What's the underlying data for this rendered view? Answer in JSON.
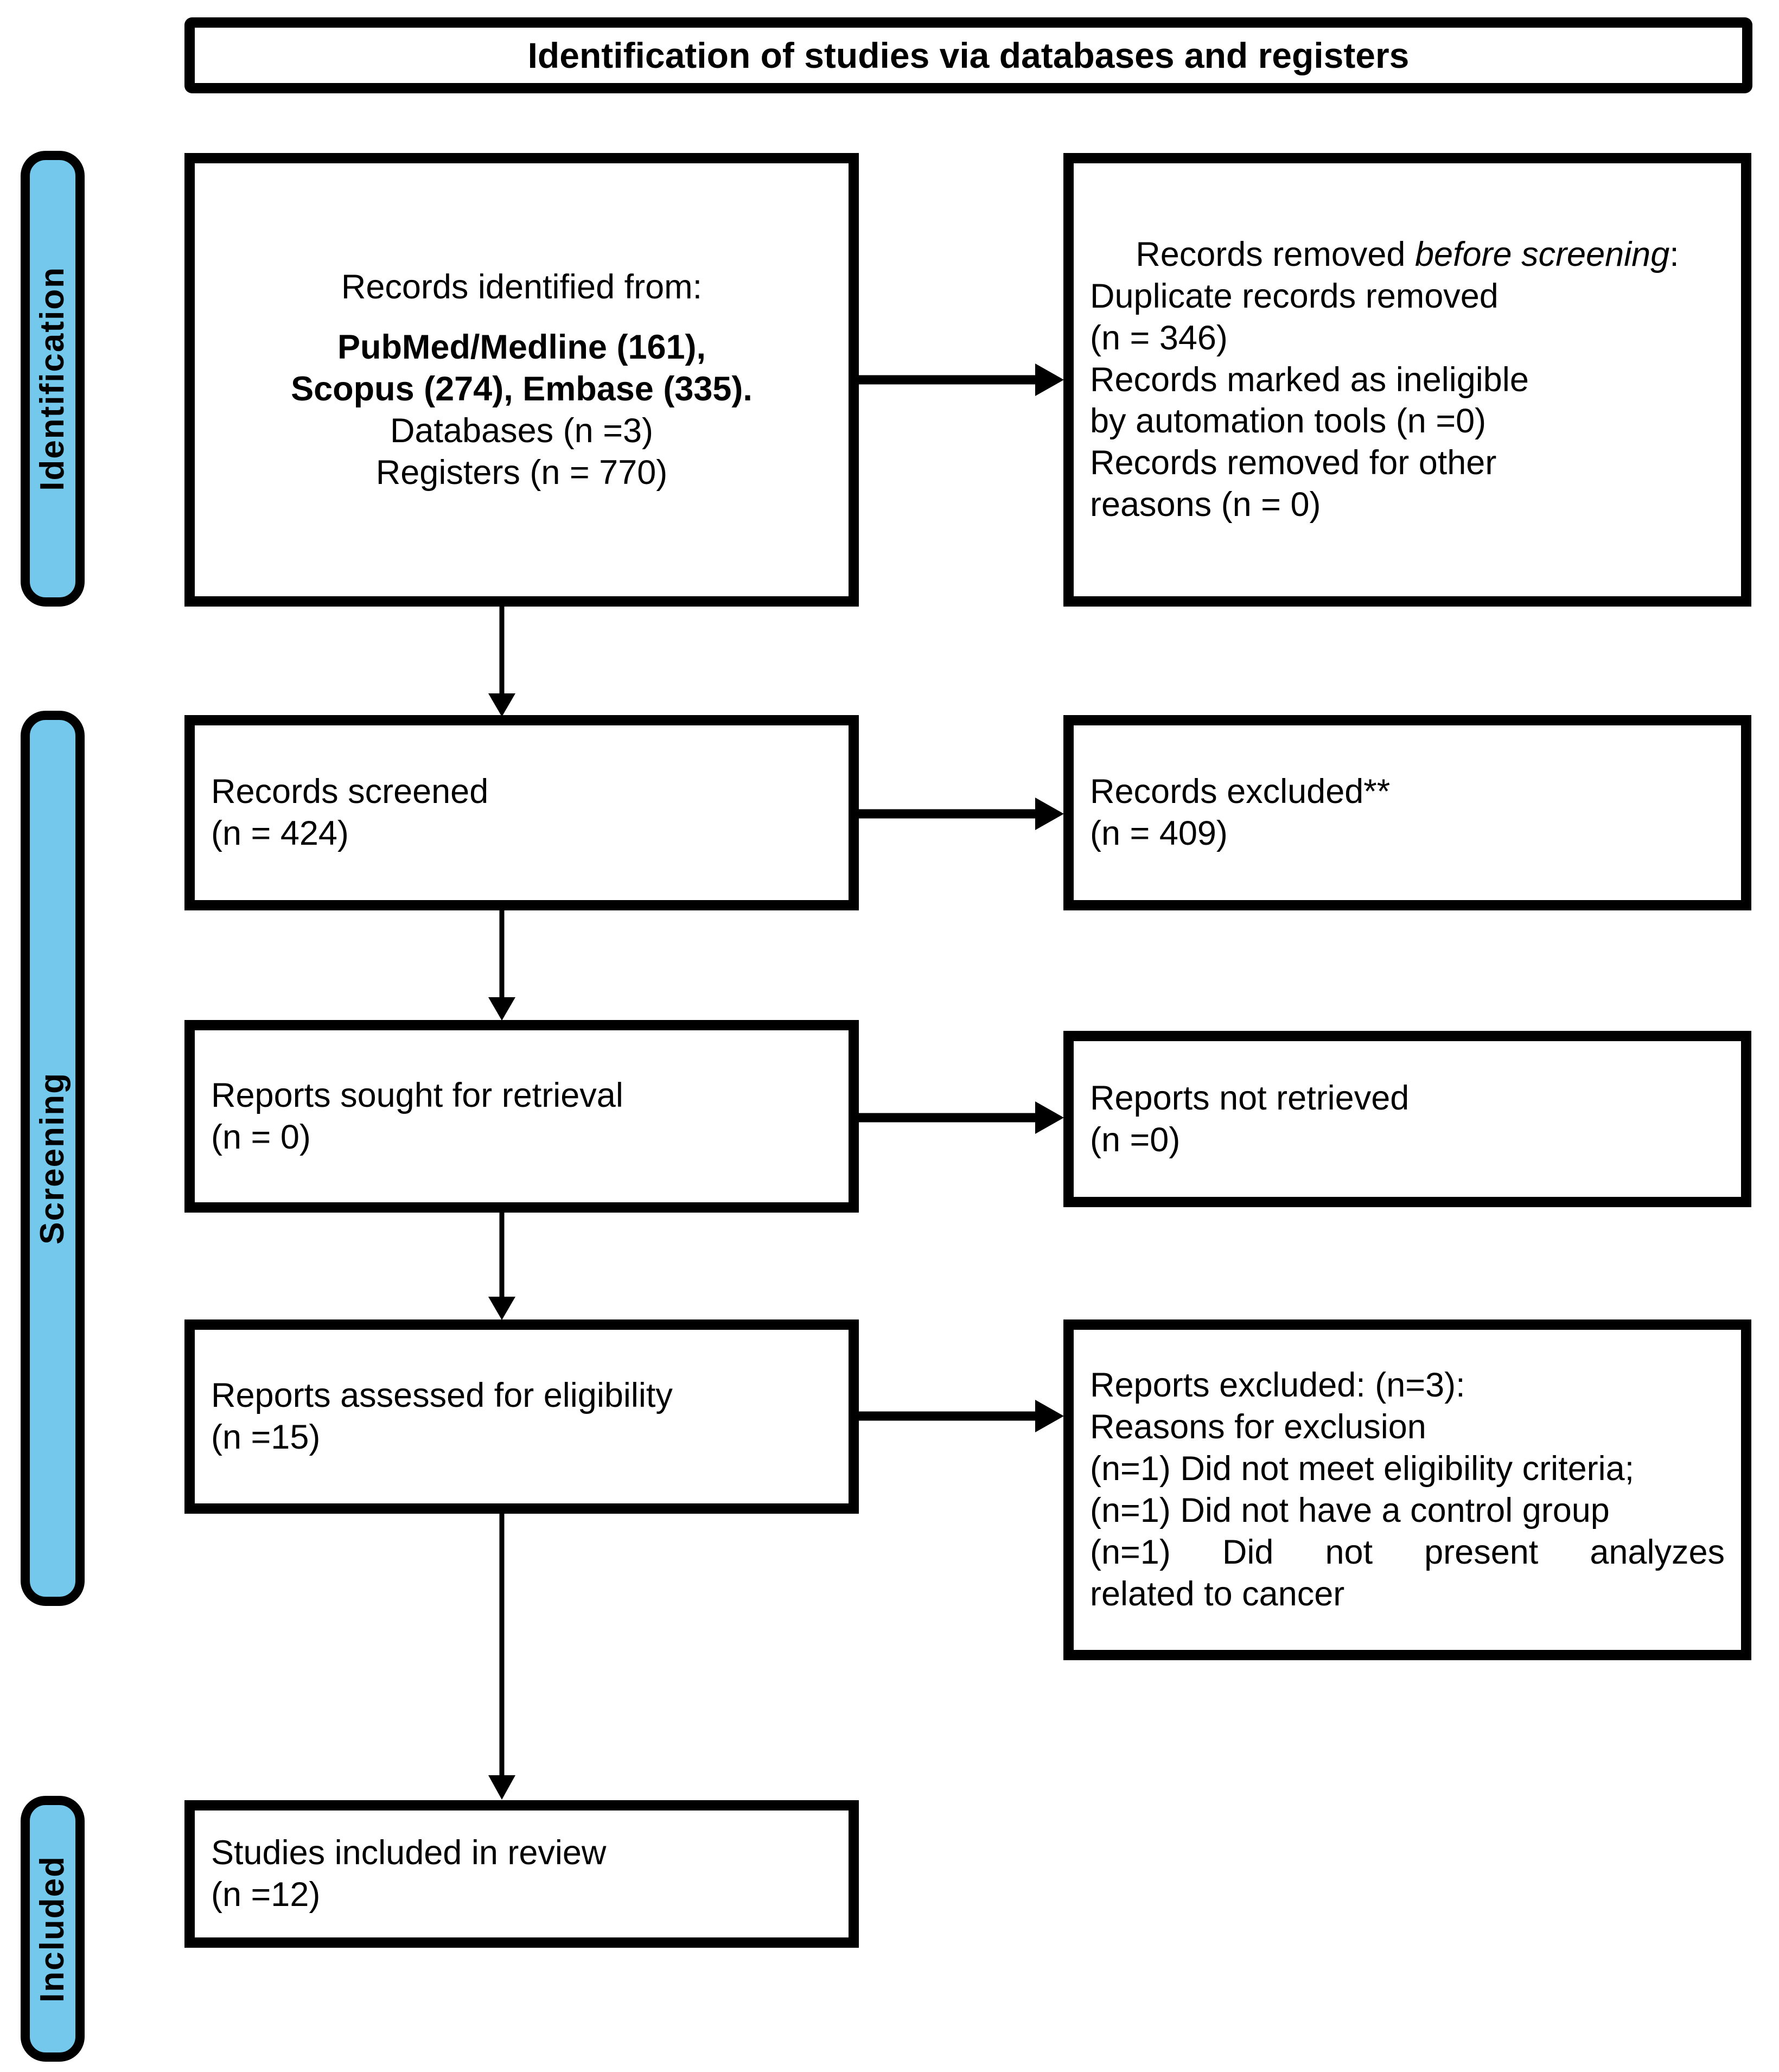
{
  "diagram": {
    "type": "prisma-flow-diagram",
    "title": "Identification of studies via databases and registers",
    "accent_color": "#74c8ec",
    "line_color": "#000000",
    "background_color": "#ffffff"
  },
  "stages": [
    {
      "id": "identification",
      "label": "Identification"
    },
    {
      "id": "screening",
      "label": "Screening"
    },
    {
      "id": "included",
      "label": "Included"
    }
  ],
  "boxes": {
    "records_identified": {
      "id": "records-identified",
      "lines": [
        "Records identified from:",
        "",
        "PubMed/Medline (161),",
        "Scopus (274), Embase (335).",
        "Databases (n =3)",
        "Registers (n = 770)"
      ]
    },
    "records_removed": {
      "id": "records-removed-before-screening",
      "heading_plain": "Records removed ",
      "heading_italic": "before screening",
      "heading_tail": ":",
      "lines": [
        "Duplicate records removed",
        "(n = 346)",
        "Records marked as ineligible",
        "by automation tools (n =0)",
        "Records removed for other",
        "reasons (n = 0)"
      ]
    },
    "records_screened": {
      "id": "records-screened",
      "lines": [
        "Records screened",
        "(n = 424)"
      ]
    },
    "records_excluded": {
      "id": "records-excluded",
      "lines": [
        "Records excluded**",
        "(n = 409)"
      ]
    },
    "reports_sought": {
      "id": "reports-sought-for-retrieval",
      "lines": [
        "Reports sought for retrieval",
        "(n = 0)"
      ]
    },
    "reports_not_retrieved": {
      "id": "reports-not-retrieved",
      "lines": [
        "Reports not retrieved",
        "(n =0)"
      ]
    },
    "reports_assessed": {
      "id": "reports-assessed-for-eligibility",
      "lines": [
        "Reports assessed for eligibility",
        "(n =15)"
      ]
    },
    "reports_excluded": {
      "id": "reports-excluded-with-reasons",
      "lines": [
        "Reports excluded: (n=3):",
        "Reasons for exclusion",
        "(n=1) Did not meet eligibility criteria;",
        "(n=1) Did not have a control group",
        "(n=1) Did not present analyzes",
        "related to cancer"
      ],
      "justified_line": "(n=1)  Did  not  present  analyzes",
      "justified_tail": "related to cancer"
    },
    "studies_included": {
      "id": "studies-included-in-review",
      "lines": [
        "Studies included in review",
        "(n =12)"
      ]
    }
  },
  "counts": {
    "pubmed_medline": 161,
    "scopus": 274,
    "embase": 335,
    "databases": 3,
    "registers": 770,
    "duplicates_removed": 346,
    "ineligible_by_automation": 0,
    "removed_other_reasons": 0,
    "records_screened": 424,
    "records_excluded": 409,
    "reports_sought": 0,
    "reports_not_retrieved": 0,
    "reports_assessed": 15,
    "reports_excluded": 3,
    "excluded_not_eligible": 1,
    "excluded_no_control_group": 1,
    "excluded_no_cancer_analysis": 1,
    "studies_included": 12
  }
}
